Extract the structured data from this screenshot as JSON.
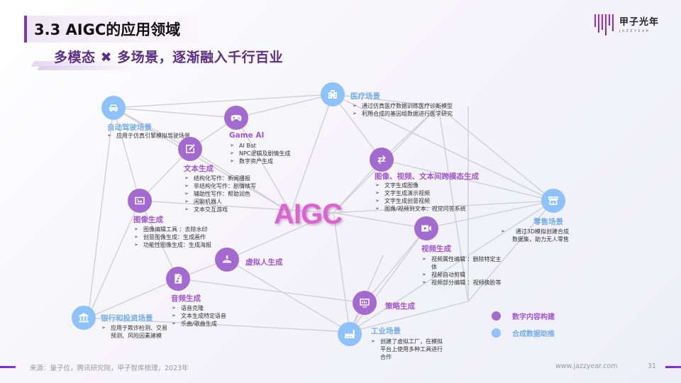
{
  "header": {
    "title": "3.3 AIGC的应用领域",
    "subtitle": "多模态 ✖ 多场景，逐渐融入千行百业",
    "logo_cn": "甲子光年",
    "logo_en": "JAZZYEAR"
  },
  "center_label": "AIGC",
  "colors": {
    "digital_content": "#a36ad0",
    "synthetic_data": "#8ec2fa",
    "center": "#de62d4",
    "title_accent": "#7a3bb0"
  },
  "nodes": {
    "autonomous_driving": {
      "icon": "car-icon",
      "category": "synthetic_data",
      "title": "自动驾驶场景",
      "bullets": [
        "应用于仿真引擎模拟驾驶场景"
      ]
    },
    "game_ai": {
      "icon": "gamepad-icon",
      "category": "digital_content",
      "title": "Game AI",
      "bullets": [
        "AI Bot",
        "NPC逻辑及剧情生成",
        "数字资产生成"
      ]
    },
    "medical": {
      "icon": "hospital-icon",
      "category": "synthetic_data",
      "title": "医疗场景",
      "bullets": [
        "通过仿真医疗数据训练医疗诊断模型",
        "利用合成的基因组数据进行医学研究"
      ]
    },
    "text_gen": {
      "icon": "edit-icon",
      "category": "digital_content",
      "title": "文本生成",
      "bullets": [
        "结构化写作：新闻播报",
        "非结构化写作：剧情续写",
        "辅助性写作：帮助润色",
        "闲聊机器人",
        "文本交互游戏"
      ]
    },
    "cross_modal": {
      "icon": "swap-arrows-icon",
      "category": "digital_content",
      "title": "图像、视频、文本间跨模态生成",
      "bullets": [
        "文字生成图像",
        "文字生成演示视频",
        "文字生成创意视频",
        "图像/视频到文本：视觉问答系统"
      ]
    },
    "image_gen": {
      "icon": "image-icon",
      "category": "digital_content",
      "title": "图像生成",
      "bullets": [
        "图像编辑工具 ：去除水印",
        "创意图像生成：生成画作",
        "功能性图像生成：生成海报"
      ]
    },
    "retail": {
      "icon": "store-icon",
      "category": "synthetic_data",
      "title": "零售场景",
      "bullets": [
        "通过3D模拟创建合成数据集，助力无人零售"
      ]
    },
    "video_gen": {
      "icon": "video-icon",
      "category": "digital_content",
      "title": "视频生成",
      "bullets": [
        "视频属性编辑 ：删除特定主体",
        "视频自动剪辑",
        "视频部分编辑 ：视频换脸等"
      ]
    },
    "virtual_human": {
      "icon": "avatar-icon",
      "category": "digital_content",
      "title": "虚拟人生成",
      "bullets": []
    },
    "audio_gen": {
      "icon": "music-file-icon",
      "category": "digital_content",
      "title": "音频生成",
      "bullets": [
        "语音克隆",
        "文本生成特定语音",
        "乐曲/歌曲生成"
      ]
    },
    "strategy_gen": {
      "icon": "monitor-chart-icon",
      "category": "digital_content",
      "title": "策略生成",
      "bullets": []
    },
    "banking": {
      "icon": "bank-icon",
      "category": "synthetic_data",
      "title": "银行和投资场景",
      "bullets": [
        "应用于欺诈检测、交易预测、风险因素建模"
      ]
    },
    "industrial": {
      "icon": "factory-icon",
      "category": "synthetic_data",
      "title": "工业场景",
      "bullets": [
        "创建了虚拟工厂，在模拟平台上使用多种工具进行合作"
      ]
    }
  },
  "legend": [
    {
      "label": "数字内容构建",
      "color": "#a36ad0"
    },
    {
      "label": "合成数据助推",
      "color": "#8ec2fa"
    }
  ],
  "footer": {
    "source": "来源：量子位，腾讯研究院，甲子智库梳理，2023年",
    "url": "www.jazzyear.com",
    "page": "31"
  }
}
